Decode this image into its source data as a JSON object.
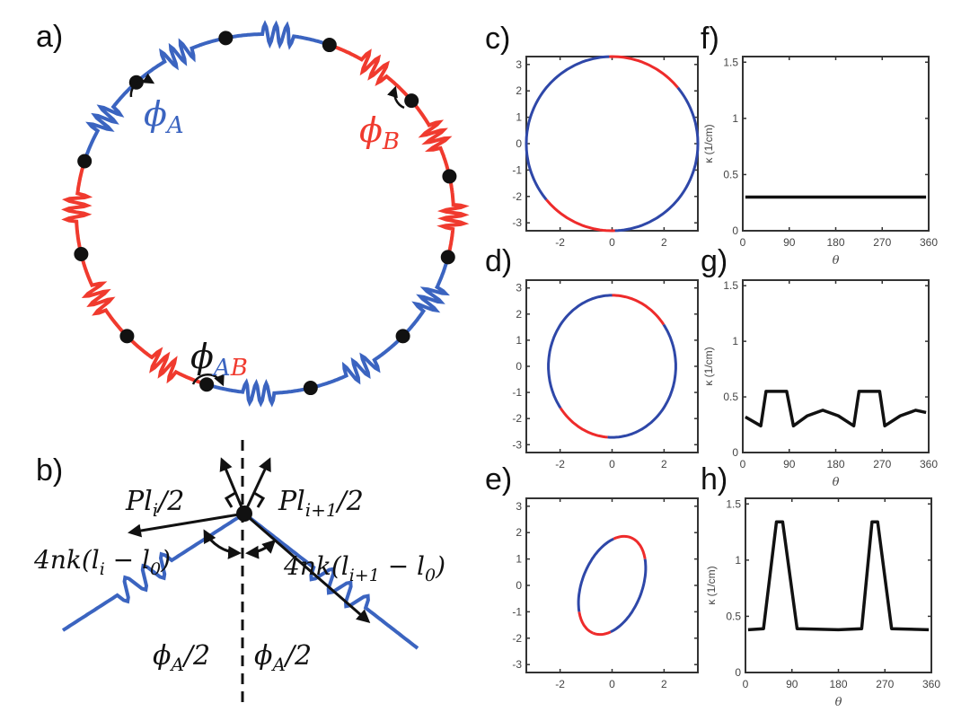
{
  "colors": {
    "A": "#3b64c0",
    "B": "#f03a2e",
    "ink": "#111111",
    "curve_blue": "#2e47a8",
    "curve_red": "#ee2b2b"
  },
  "panel_labels": {
    "a": "a)",
    "b": "b)",
    "c": "c)",
    "d": "d)",
    "e": "e)",
    "f": "f)",
    "g": "g)",
    "h": "h)"
  },
  "diagram_a": {
    "phi": "ϕ",
    "sub_A": "A",
    "sub_B": "B",
    "segment_types": [
      "A",
      "A",
      "B",
      "B",
      "B",
      "A",
      "A",
      "A",
      "B",
      "B",
      "B",
      "A"
    ]
  },
  "diagram_b": {
    "P": "Pl",
    "sub_i": "i",
    "sub_i1": "i+1",
    "half": "/2",
    "fk_prefix": "4nk(l",
    "fk_mid": " − l",
    "sub_0": "0",
    "close": ")",
    "phi": "ϕ",
    "sub_A": "A"
  },
  "chart_data": [
    {
      "panel": "c",
      "type": "line",
      "xlim": [
        -3.3,
        3.3
      ],
      "ylim": [
        -3.3,
        3.3
      ],
      "xticks": [
        -2,
        0,
        2
      ],
      "yticks": [
        -3,
        -2,
        -1,
        0,
        1,
        2,
        3
      ],
      "shape": {
        "cx": 0,
        "cy": 0,
        "rx": 3.3,
        "ry": 3.3,
        "rotation_deg": 0
      },
      "red_arcs_deg": [
        [
          40,
          90
        ],
        [
          220,
          270
        ]
      ]
    },
    {
      "panel": "d",
      "type": "line",
      "xlim": [
        -3.3,
        3.3
      ],
      "ylim": [
        -3.3,
        3.3
      ],
      "xticks": [
        -2,
        0,
        2
      ],
      "yticks": [
        -3,
        -2,
        -1,
        0,
        1,
        2,
        3
      ],
      "shape": {
        "cx": 0,
        "cy": 0,
        "rx": 2.45,
        "ry": 2.72,
        "rotation_deg": 0
      },
      "red_arcs_deg": [
        [
          35,
          88
        ],
        [
          215,
          265
        ]
      ]
    },
    {
      "panel": "e",
      "type": "line",
      "xlim": [
        -3.3,
        3.3
      ],
      "ylim": [
        -3.3,
        3.3
      ],
      "xticks": [
        -2,
        0,
        2
      ],
      "yticks": [
        -3,
        -2,
        -1,
        0,
        1,
        2,
        3
      ],
      "shape": {
        "cx": 0,
        "cy": 0,
        "rx": 1.95,
        "ry": 1.15,
        "rotation_deg": 68
      },
      "red_arcs_deg": [
        [
          -45,
          30
        ],
        [
          135,
          210
        ]
      ]
    },
    {
      "panel": "f",
      "type": "line",
      "xlabel": "θ",
      "ylabel": "κ (1/cm)",
      "xlim": [
        0,
        360
      ],
      "ylim": [
        0,
        1.55
      ],
      "xticks": [
        0,
        90,
        180,
        270,
        360
      ],
      "yticks": [
        0,
        0.5,
        1,
        1.5
      ],
      "x": [
        5,
        355
      ],
      "y": [
        0.3,
        0.3
      ]
    },
    {
      "panel": "g",
      "type": "line",
      "xlabel": "θ",
      "ylabel": "κ (1/cm)",
      "xlim": [
        0,
        360
      ],
      "ylim": [
        0,
        1.55
      ],
      "xticks": [
        0,
        90,
        180,
        270,
        360
      ],
      "yticks": [
        0,
        0.5,
        1,
        1.5
      ],
      "x": [
        5,
        35,
        45,
        85,
        98,
        125,
        155,
        185,
        215,
        225,
        265,
        275,
        305,
        335,
        355
      ],
      "y": [
        0.32,
        0.24,
        0.55,
        0.55,
        0.24,
        0.33,
        0.38,
        0.33,
        0.24,
        0.55,
        0.55,
        0.24,
        0.33,
        0.38,
        0.36
      ]
    },
    {
      "panel": "h",
      "type": "line",
      "xlabel": "θ",
      "ylabel": "κ (1/cm)",
      "xlim": [
        0,
        360
      ],
      "ylim": [
        0,
        1.55
      ],
      "xticks": [
        0,
        90,
        180,
        270,
        360
      ],
      "yticks": [
        0,
        0.5,
        1,
        1.5
      ],
      "x": [
        5,
        35,
        60,
        72,
        100,
        180,
        225,
        245,
        256,
        283,
        355
      ],
      "y": [
        0.38,
        0.39,
        1.34,
        1.34,
        0.39,
        0.38,
        0.39,
        1.34,
        1.34,
        0.39,
        0.38
      ]
    }
  ]
}
